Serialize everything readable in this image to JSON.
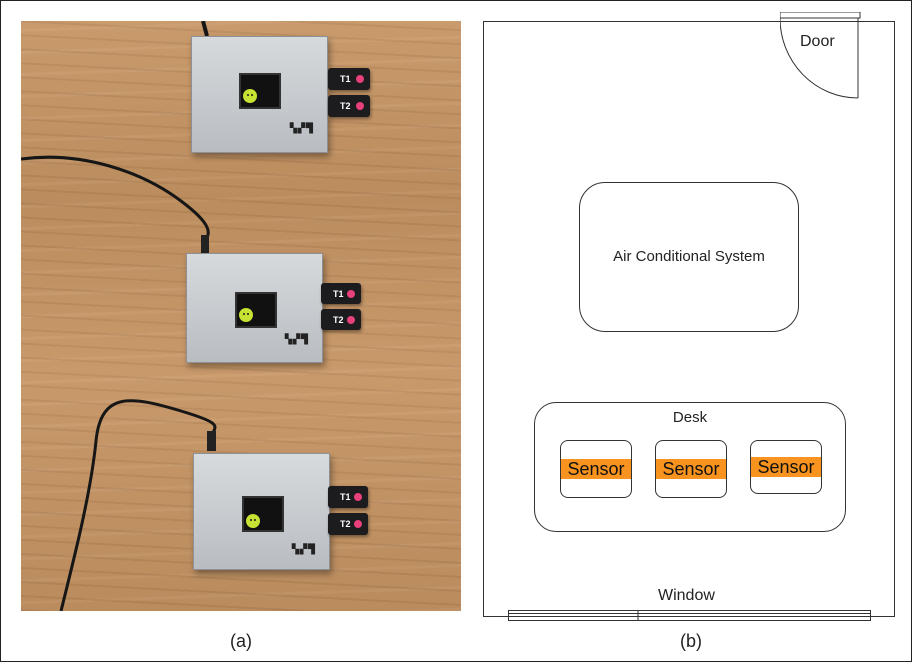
{
  "panel_a": {
    "caption": "(a)",
    "devices": [
      {
        "probe1": "T1",
        "probe2": "T2"
      },
      {
        "probe1": "T1",
        "probe2": "T2"
      },
      {
        "probe1": "T1",
        "probe2": "T2"
      }
    ],
    "colors": {
      "table": "#c59463",
      "device": "#c8ccd0",
      "probe": "#1c1c1e",
      "probe_dot": "#e8407a",
      "smiley": "#c8e234"
    }
  },
  "panel_b": {
    "caption": "(b)",
    "door_label": "Door",
    "ac_label": "Air Conditional System",
    "desk_label": "Desk",
    "sensor_labels": [
      "Sensor",
      "Sensor",
      "Sensor"
    ],
    "window_label": "Window",
    "colors": {
      "sensor_fill": "#f7931e",
      "stroke": "#333333"
    }
  }
}
